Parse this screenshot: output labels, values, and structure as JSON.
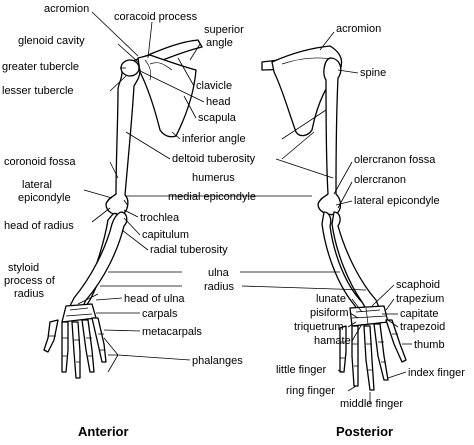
{
  "captions": {
    "anterior": "Anterior",
    "posterior": "Posterior"
  },
  "labels": {
    "acromion_left": "acromion",
    "coracoid_process": "coracoid process",
    "glenoid_cavity": "glenoid cavity",
    "superior_angle_1": "superior",
    "superior_angle_2": "angle",
    "greater_tubercle": "greater tubercle",
    "lesser_tubercle": "lesser tubercle",
    "clavicle": "clavicle",
    "head": "head",
    "scapula": "scapula",
    "inferior_angle": "inferior angle",
    "deltoid_tuberosity": "deltoid tuberosity",
    "humerus": "humerus",
    "coronoid_fossa": "coronoid fossa",
    "lateral_epicondyle_left_1": "lateral",
    "lateral_epicondyle_left_2": "epicondyle",
    "medial_epicondyle": "medial epicondyle",
    "head_of_radius": "head of radius",
    "trochlea": "trochlea",
    "capitulum": "capitulum",
    "radial_tuberosity": "radial tuberosity",
    "styloid_1": "styloid",
    "styloid_2": "process of",
    "styloid_3": "radius",
    "ulna": "ulna",
    "radius": "radius",
    "head_of_ulna": "head of ulna",
    "carpals": "carpals",
    "metacarpals": "metacarpals",
    "phalanges": "phalanges",
    "acromion_right": "acromion",
    "spine": "spine",
    "olecranon_fossa": "olercranon fossa",
    "olecranon": "olercranon",
    "lateral_epicondyle_right": "lateral epicondyle",
    "scaphoid": "scaphoid",
    "trapezium": "trapezium",
    "capitate": "capitate",
    "trapezoid": "trapezoid",
    "lunate": "lunate",
    "pisiform": "pisiform",
    "triquetrum": "triquetrum",
    "hamate": "hamate",
    "thumb": "thumb",
    "little_finger": "little finger",
    "index_finger": "index finger",
    "ring_finger": "ring finger",
    "middle_finger": "middle finger"
  }
}
